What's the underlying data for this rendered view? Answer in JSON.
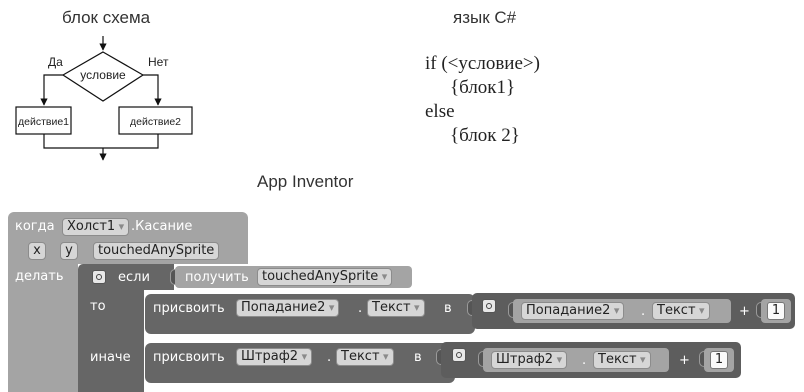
{
  "flowchart": {
    "title": "блок схема",
    "yes_label": "Да",
    "no_label": "Нет",
    "condition": "условие",
    "action1": "действие1",
    "action2": "действие2"
  },
  "csharp": {
    "title": "язык C#",
    "lines": [
      "if (<условие>)",
      "{блок1}",
      "else",
      "{блок 2}"
    ]
  },
  "appinventor": {
    "title": "App Inventor",
    "event": {
      "when_label": "когда",
      "component": "Холст1",
      "event_name": ".Касание",
      "params": [
        "x",
        "y",
        "touchedAnySprite"
      ],
      "do_label": "делать"
    },
    "if_block": {
      "if_label": "если",
      "get_label": "получить",
      "variable": "touchedAnySprite",
      "then_label": "то",
      "else_label": "иначе"
    },
    "then_set": {
      "set_label": "присвоить",
      "component": "Попадание2",
      "dot": ".",
      "property": "Текст",
      "to_label": "в",
      "get_component": "Попадание2",
      "get_property": "Текст",
      "op": "+",
      "value": "1"
    },
    "else_set": {
      "set_label": "присвоить",
      "component": "Штраф2",
      "dot": ".",
      "property": "Текст",
      "to_label": "в",
      "get_component": "Штраф2",
      "get_property": "Текст",
      "op": "+",
      "value": "1"
    }
  }
}
